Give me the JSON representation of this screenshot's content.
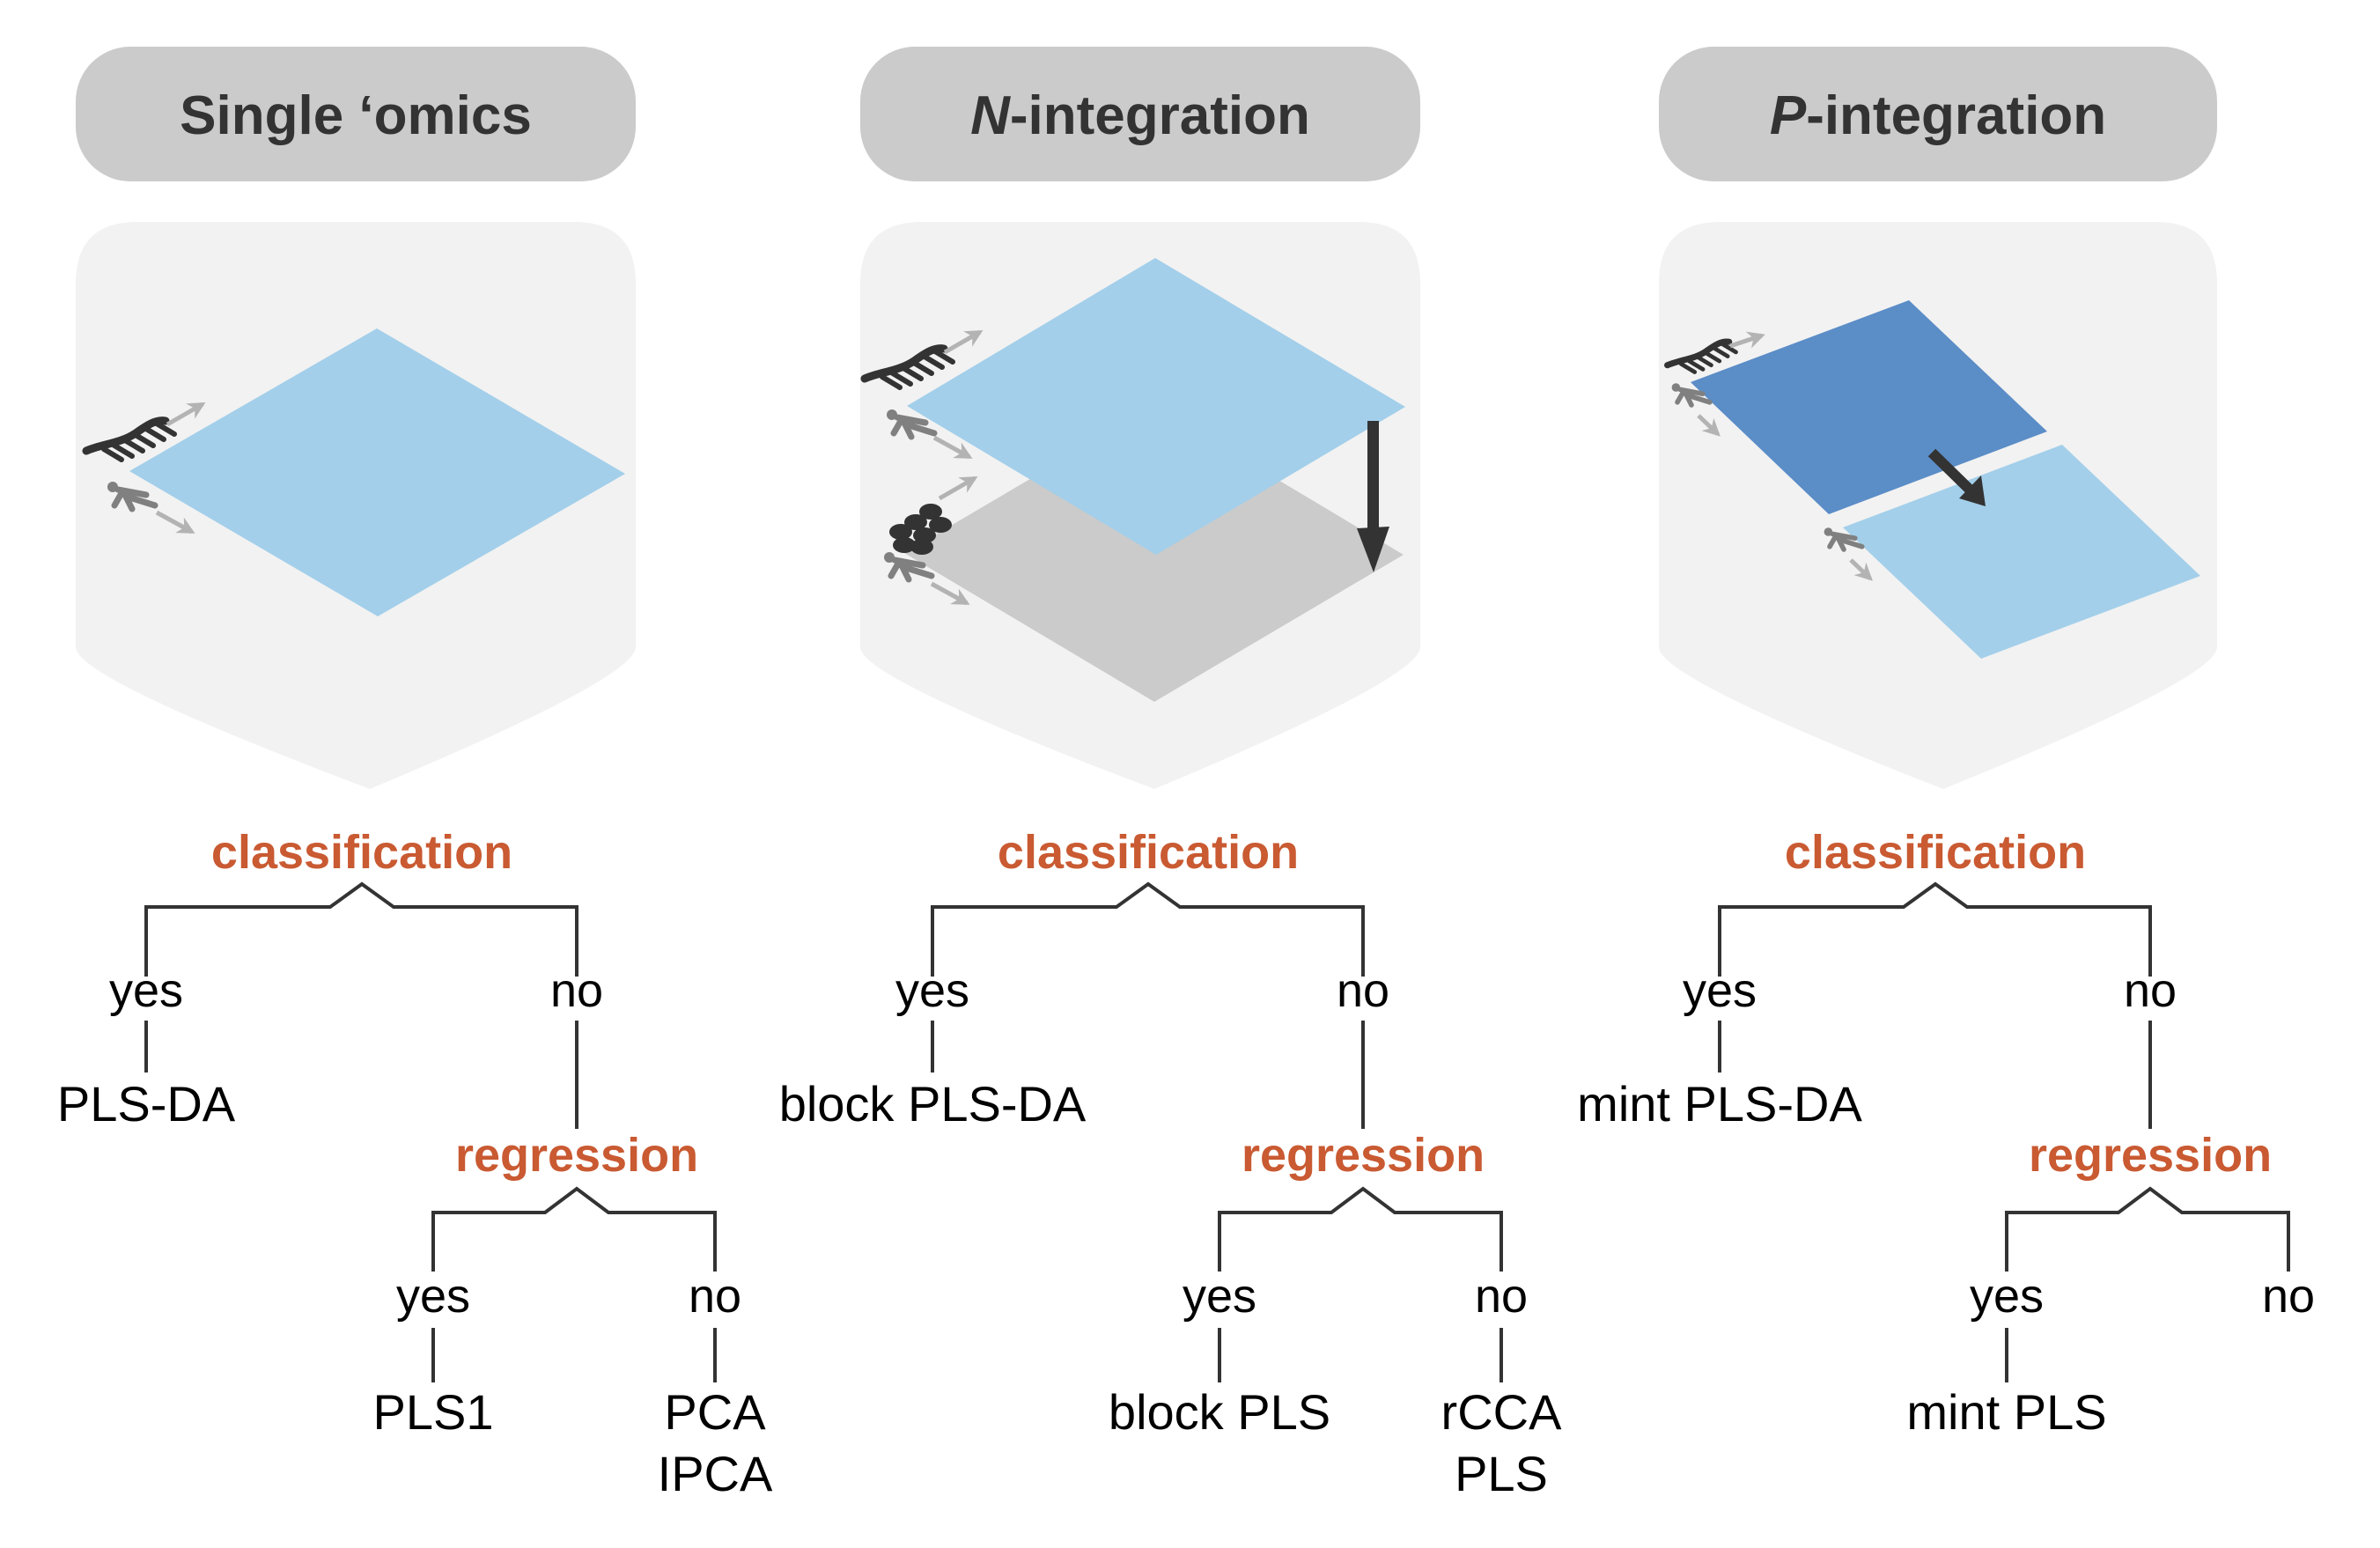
{
  "colors": {
    "header_pill": "#CBCBCB",
    "panel_bg": "#F2F2F2",
    "data_light_blue": "#A3CFEA",
    "data_dark_blue": "#5B8DC7",
    "data_gray": "#CBCBCB",
    "decision_text": "#C95A32",
    "tree_line": "#333333",
    "icon_dark": "#333333",
    "icon_person": "#808080",
    "icon_arrow": "#B3B3B3"
  },
  "columns": [
    {
      "id": "single-omics",
      "header": {
        "prefix_italic": "",
        "text": "Single ‘omics"
      },
      "illustration": {
        "kind": "single",
        "icons": [
          "variables-comb-icon",
          "samples-person-icon"
        ]
      },
      "tree": {
        "question": "classification",
        "yes_label": "yes",
        "no_label": "no",
        "yes_methods": [
          "PLS-DA"
        ],
        "sub": {
          "question": "regression",
          "yes_label": "yes",
          "no_label": "no",
          "yes_methods": [
            "PLS1"
          ],
          "no_methods": [
            "PCA",
            "IPCA"
          ]
        }
      }
    },
    {
      "id": "n-integration",
      "header": {
        "prefix_italic": "N",
        "text": "-integration"
      },
      "illustration": {
        "kind": "n-integration",
        "icons": [
          "variables-comb-icon",
          "samples-person-icon",
          "variables-cluster-icon",
          "samples-person-icon"
        ]
      },
      "tree": {
        "question": "classification",
        "yes_label": "yes",
        "no_label": "no",
        "yes_methods": [
          "block PLS-DA"
        ],
        "sub": {
          "question": "regression",
          "yes_label": "yes",
          "no_label": "no",
          "yes_methods": [
            "block PLS"
          ],
          "no_methods": [
            "rCCA",
            "PLS"
          ]
        }
      }
    },
    {
      "id": "p-integration",
      "header": {
        "prefix_italic": "P",
        "text": "-integration"
      },
      "illustration": {
        "kind": "p-integration",
        "icons": [
          "variables-comb-icon",
          "samples-person-icon",
          "samples-person-icon"
        ]
      },
      "tree": {
        "question": "classification",
        "yes_label": "yes",
        "no_label": "no",
        "yes_methods": [
          "mint PLS-DA"
        ],
        "sub": {
          "question": "regression",
          "yes_label": "yes",
          "no_label": "no",
          "yes_methods": [
            "mint PLS"
          ],
          "no_methods": []
        }
      }
    }
  ]
}
